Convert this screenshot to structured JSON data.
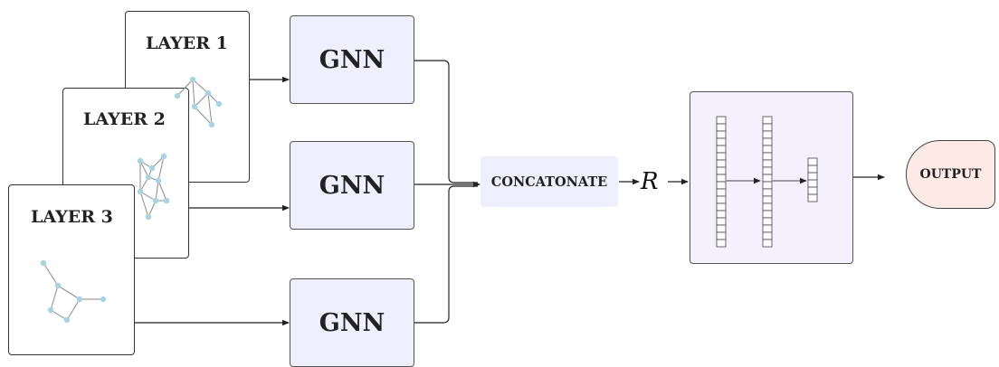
{
  "layers": [
    {
      "title": "LAYER 1"
    },
    {
      "title": "LAYER 2"
    },
    {
      "title": "LAYER 3"
    }
  ],
  "gnn_blocks": [
    {
      "label": "GNN"
    },
    {
      "label": "GNN"
    },
    {
      "label": "GNN"
    }
  ],
  "concat": {
    "label": "CONCATONATE"
  },
  "readout": {
    "symbol": "R"
  },
  "output": {
    "label": "OUTPUT"
  },
  "colors": {
    "gnn_fill": "#eeeefc",
    "concat_fill": "#eeeefc",
    "mlp_fill": "#f5f0fd",
    "output_fill": "#fde9e6",
    "graph_node": "#a9d3e2",
    "graph_edge": "#8a8a8a"
  }
}
